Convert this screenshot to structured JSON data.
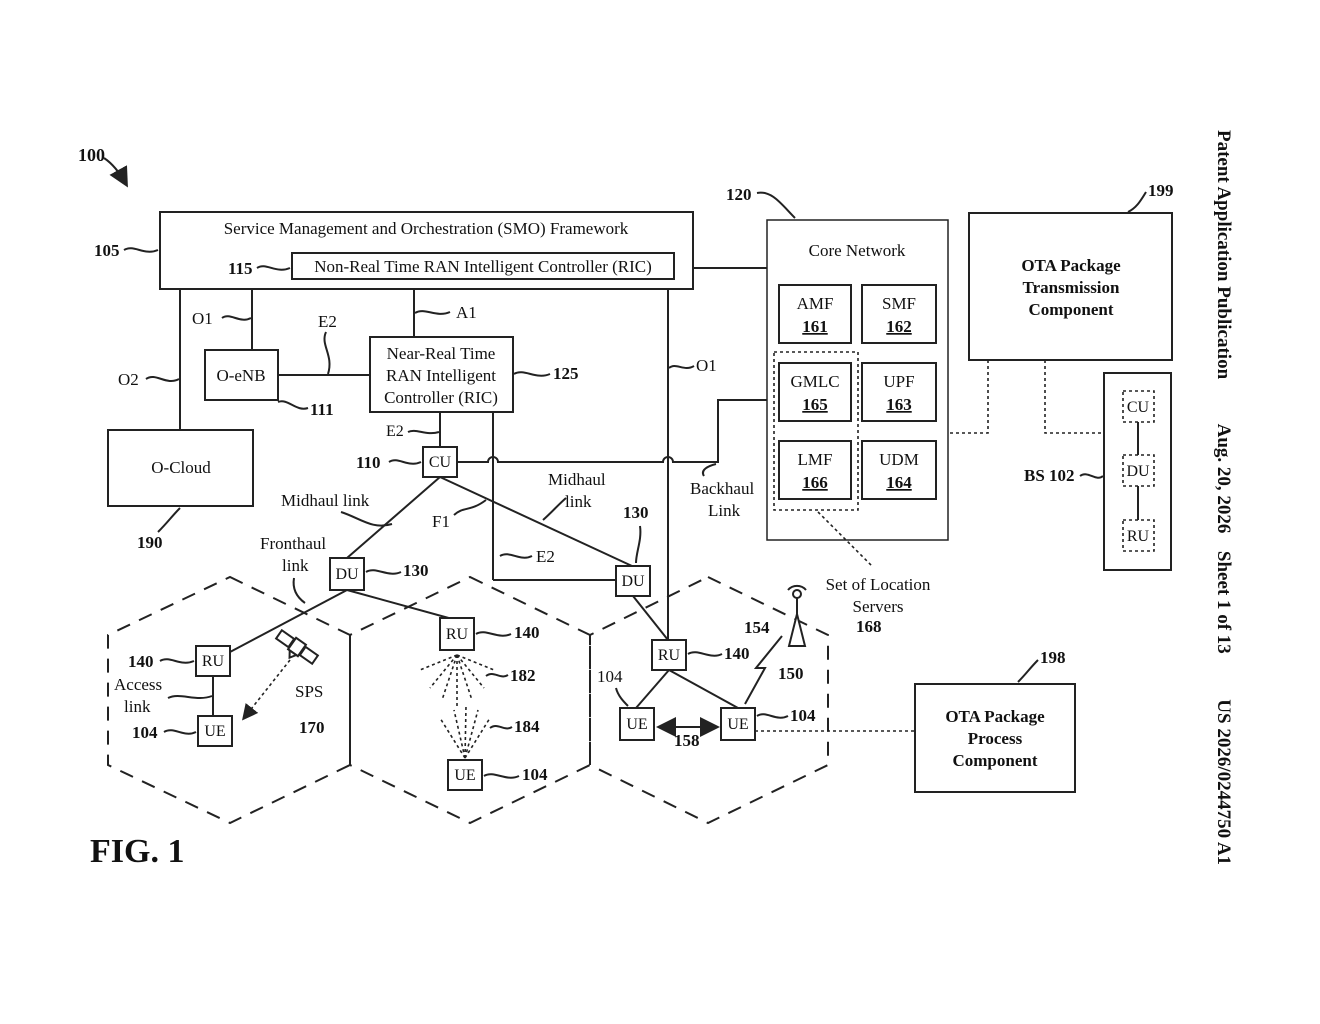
{
  "figure_number": "100",
  "figure_caption": "FIG. 1",
  "side_header": {
    "publication": "Patent Application Publication",
    "date": "Aug. 20, 2026",
    "sheet": "Sheet 1 of 13",
    "number": "US 2026/0244750 A1"
  },
  "smo": {
    "ref": "105",
    "label": "Service Management and Orchestration (SMO) Framework"
  },
  "non_rt_ric": {
    "ref": "115",
    "label": "Non-Real Time RAN Intelligent Controller (RIC)"
  },
  "near_rt_ric": {
    "ref": "125",
    "lines": [
      "Near-Real Time",
      "RAN Intelligent",
      "Controller (RIC)"
    ]
  },
  "oenb": {
    "ref": "111",
    "label": "O-eNB"
  },
  "ocloud": {
    "ref": "190",
    "label": "O-Cloud"
  },
  "cu": {
    "ref": "110",
    "label": "CU"
  },
  "du_left": {
    "ref": "130",
    "label": "DU"
  },
  "du_right": {
    "ref": "130",
    "label": "DU"
  },
  "interfaces": {
    "o1_left": "O1",
    "o2": "O2",
    "e2_top": "E2",
    "a1": "A1",
    "o1_right": "O1",
    "e2_cu": "E2",
    "f1": "F1",
    "e2_du": "E2"
  },
  "links": {
    "midhaul_left": "Midhaul link",
    "midhaul_right": [
      "Midhaul",
      "link"
    ],
    "fronthaul": [
      "Fronthaul",
      "link"
    ],
    "backhaul": [
      "Backhaul",
      "Link"
    ],
    "access": [
      "Access",
      "link"
    ]
  },
  "core_network": {
    "ref": "120",
    "title": "Core Network",
    "functions": [
      {
        "name": "AMF",
        "num": "161"
      },
      {
        "name": "SMF",
        "num": "162"
      },
      {
        "name": "GMLC",
        "num": "165"
      },
      {
        "name": "UPF",
        "num": "163"
      },
      {
        "name": "LMF",
        "num": "166"
      },
      {
        "name": "UDM",
        "num": "164"
      }
    ],
    "location_servers_label": [
      "Set of Location",
      "Servers"
    ],
    "location_servers_ref": "168"
  },
  "ota_tx": {
    "ref": "199",
    "lines": [
      "OTA Package",
      "Transmission",
      "Component"
    ]
  },
  "ota_proc": {
    "ref": "198",
    "lines": [
      "OTA Package",
      "Process",
      "Component"
    ]
  },
  "bs": {
    "label": "BS 102",
    "units": [
      "CU",
      "DU",
      "RU"
    ]
  },
  "cell_left": {
    "ru": "RU",
    "ru_ref": "140",
    "ue": "UE",
    "ue_ref": "104",
    "sps": "SPS",
    "sps_ref": "170"
  },
  "cell_mid": {
    "ru": "RU",
    "ru_ref": "140",
    "ue": "UE",
    "ue_ref": "104",
    "beam_tx_ref": "182",
    "beam_rx_ref": "184"
  },
  "cell_right": {
    "ru": "RU",
    "ru_ref": "140",
    "ue_left": "UE",
    "ue_left_ref": "104",
    "ue_right": "UE",
    "ue_right_ref": "104",
    "sidelink_ref": "158",
    "signal_ref": "154",
    "antenna_ref": "150"
  }
}
